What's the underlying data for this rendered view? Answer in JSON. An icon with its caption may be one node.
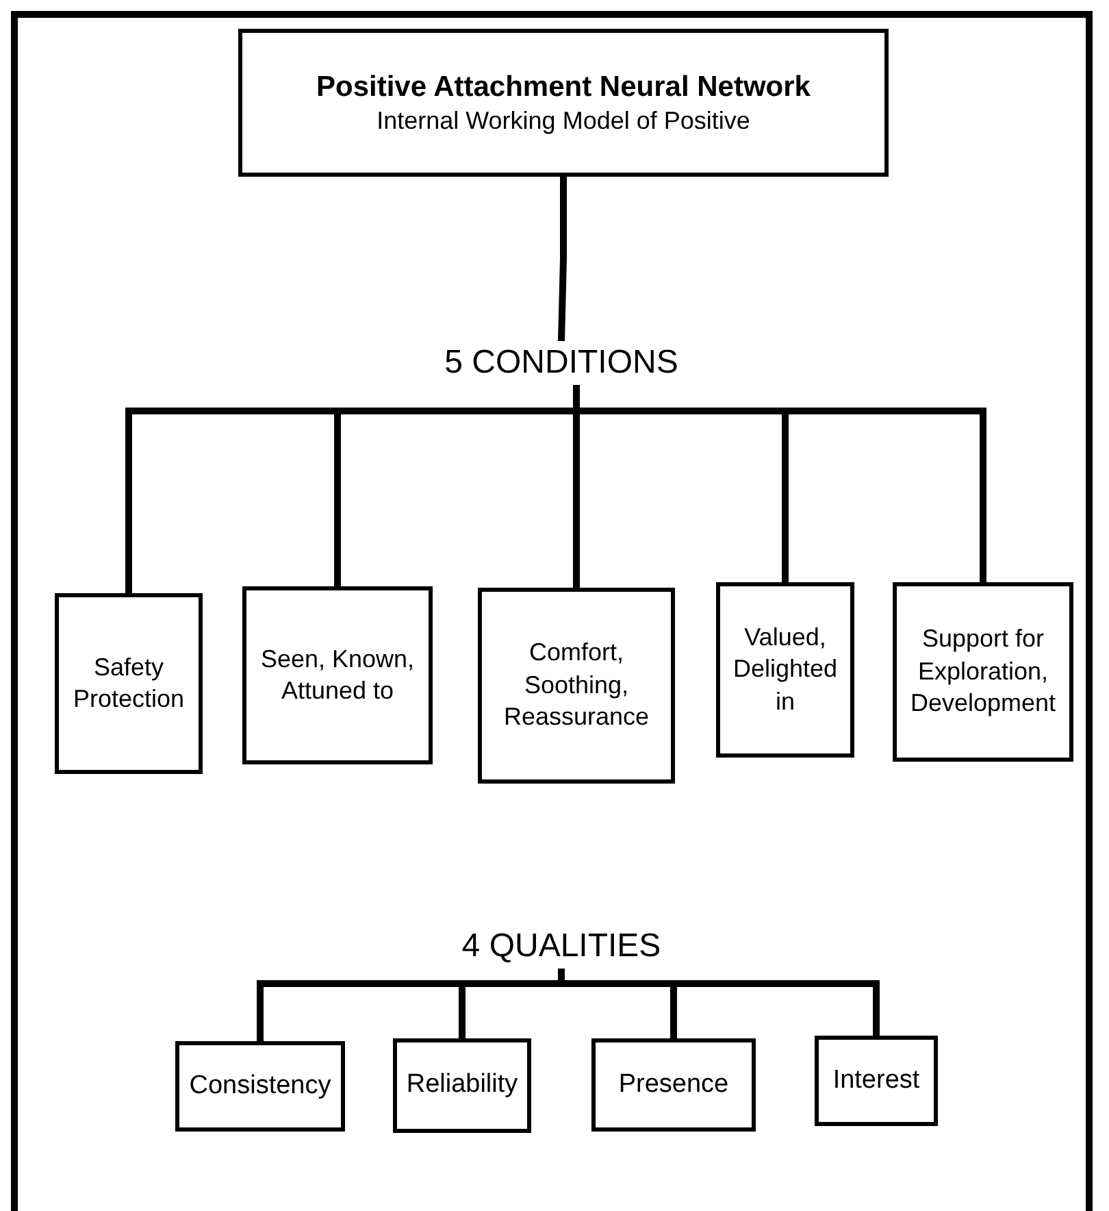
{
  "diagram": {
    "nodes": [
      {
        "text": [
          "Positive Attachment Neural Network",
          "Internal Working Model of Positive"
        ]
      },
      {
        "text": [
          "5 CONDITIONS"
        ]
      },
      {
        "text": [
          "Safety Protection"
        ]
      },
      {
        "text": [
          "Seen, Known, Attuned to"
        ]
      },
      {
        "text": [
          "Comfort, Soothing, Reassurance"
        ]
      },
      {
        "text": [
          "Valued, Delighted in"
        ]
      },
      {
        "text": [
          "Support for Exploration, Development"
        ]
      },
      {
        "text": [
          "4 QUALITIES"
        ]
      },
      {
        "text": [
          "Consistency"
        ]
      },
      {
        "text": [
          "Reliability"
        ]
      },
      {
        "text": [
          "Presence"
        ]
      },
      {
        "text": [
          "Interest"
        ]
      }
    ],
    "edges": [
      {
        "from": 0,
        "to": 1,
        "arrow": "none"
      },
      {
        "from": 1,
        "to": 2,
        "arrow": "none"
      },
      {
        "from": 1,
        "to": 3,
        "arrow": "none"
      },
      {
        "from": 1,
        "to": 4,
        "arrow": "none"
      },
      {
        "from": 1,
        "to": 5,
        "arrow": "none"
      },
      {
        "from": 1,
        "to": 6,
        "arrow": "none"
      },
      {
        "from": 7,
        "to": 8,
        "arrow": "none"
      },
      {
        "from": 7,
        "to": 9,
        "arrow": "none"
      },
      {
        "from": 7,
        "to": 10,
        "arrow": "none"
      },
      {
        "from": 7,
        "to": 11,
        "arrow": "none"
      }
    ]
  }
}
